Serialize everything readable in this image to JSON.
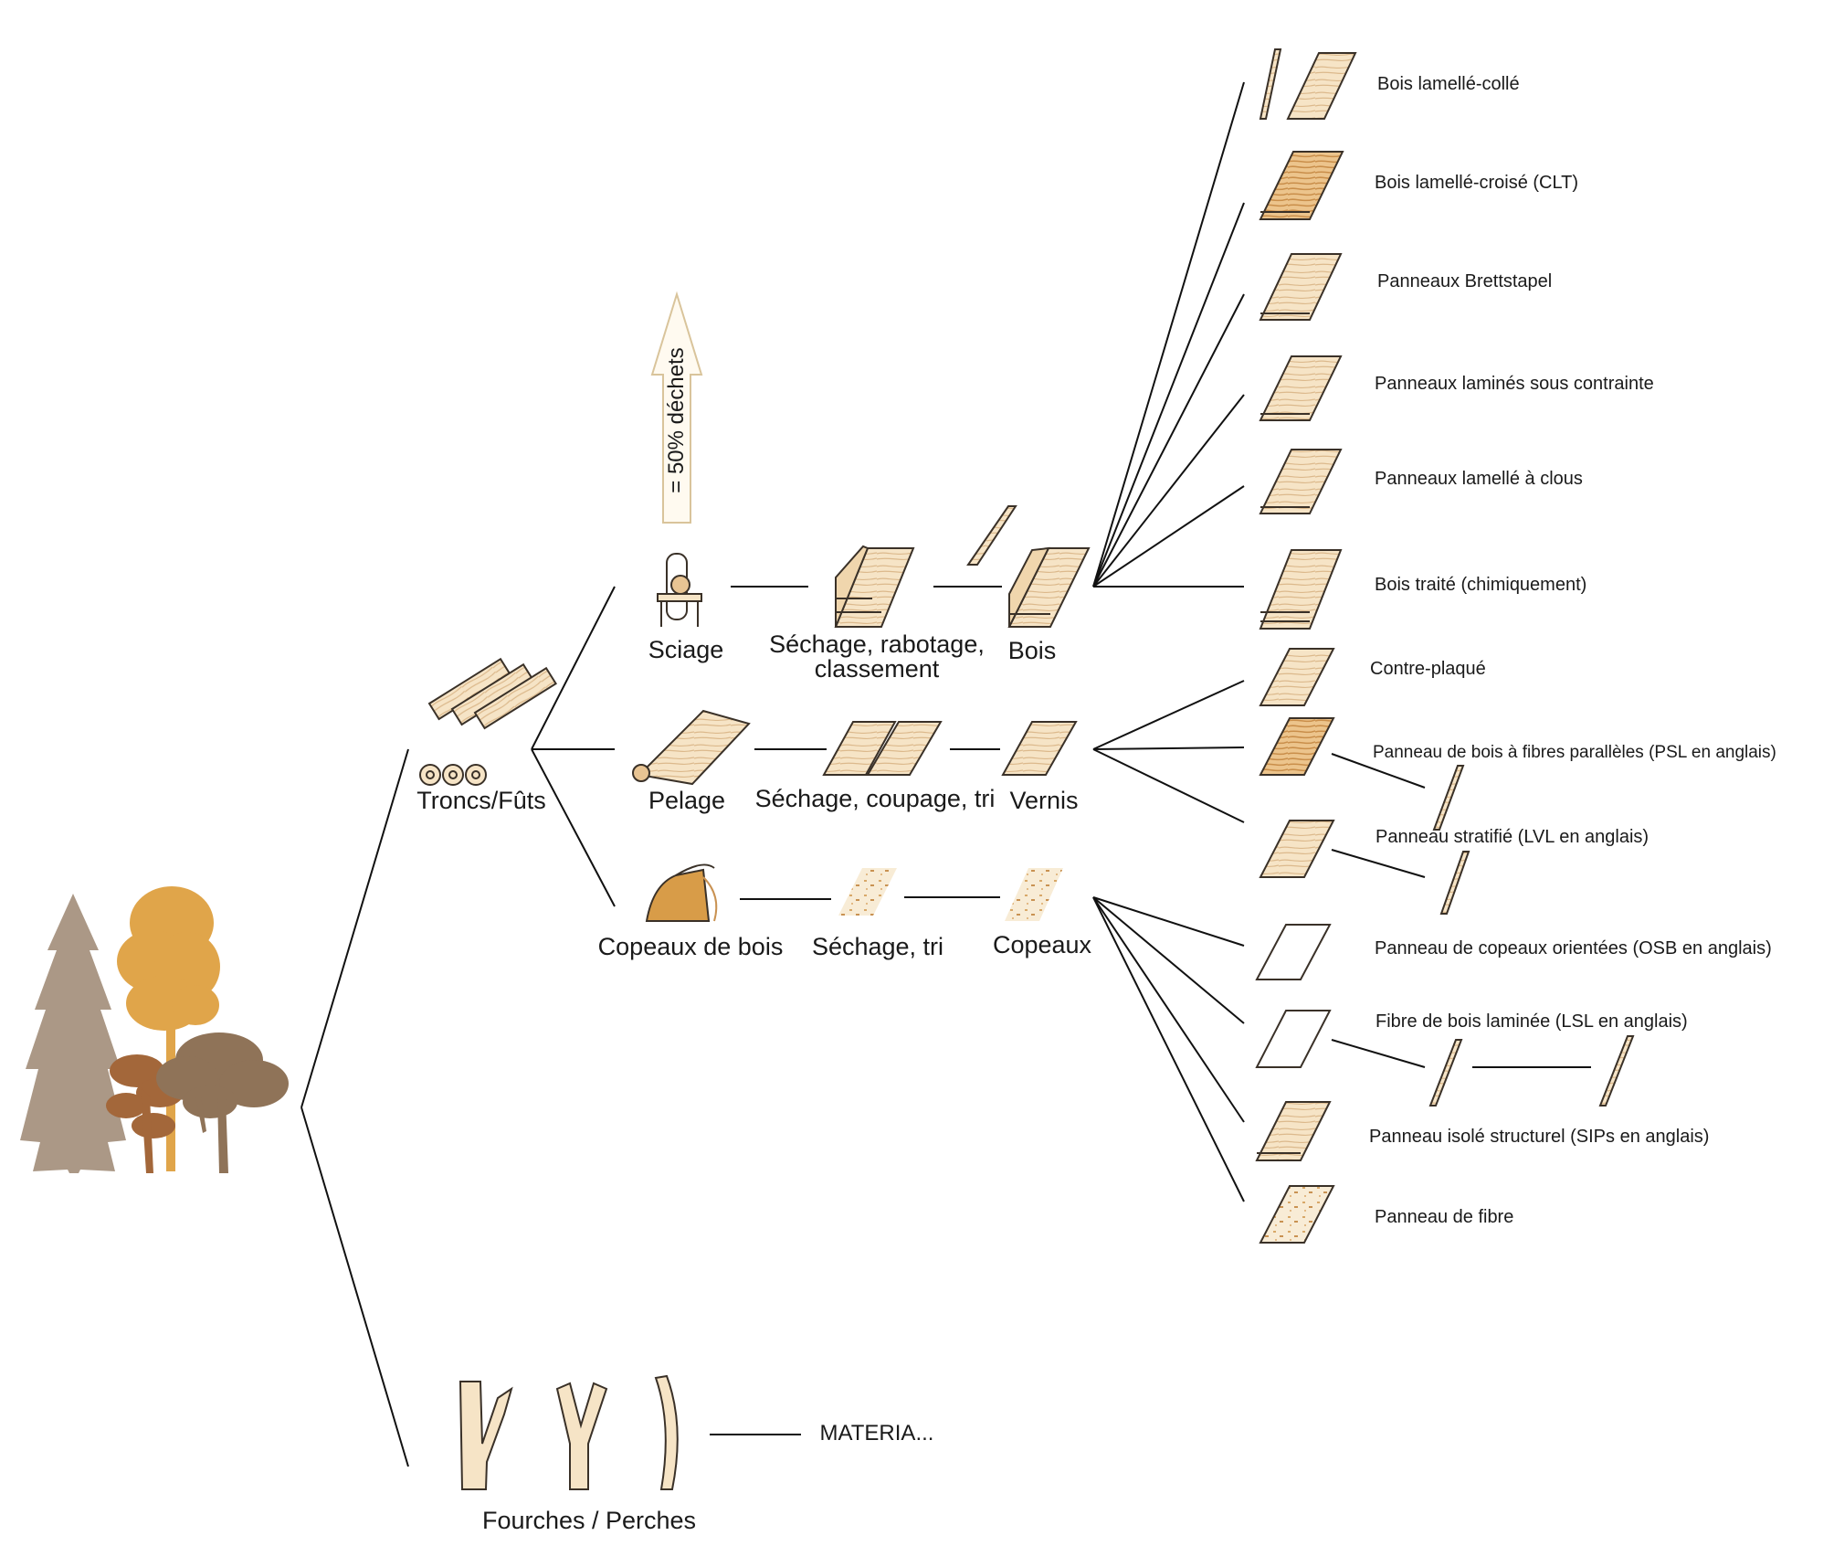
{
  "stages": {
    "troncs": "Troncs/Fûts",
    "fourches": "Fourches / Perches",
    "sciage": "Sciage",
    "sechage_rabotage": "Séchage, rabotage,\nclassement",
    "bois": "Bois",
    "pelage": "Pelage",
    "sechage_coupage": "Séchage, coupage, tri",
    "vernis": "Vernis",
    "copeaux_de_bois": "Copeaux de bois",
    "sechage_tri": "Séchage, tri",
    "copeaux": "Copeaux",
    "materia": "MATERIA..."
  },
  "waste_note": "= 50% déchets",
  "products": [
    "Bois lamellé-collé",
    "Bois lamellé-croisé (CLT)",
    "Panneaux Brettstapel",
    "Panneaux laminés sous contrainte",
    "Panneaux lamellé à clous",
    "Bois traité (chimiquement)",
    "Contre-plaqué",
    "Panneau de bois à fibres parallèles (PSL en anglais)",
    "Panneau stratifié (LVL en anglais)",
    "Panneau de copeaux orientées (OSB en anglais)",
    "Fibre de bois laminée (LSL en anglais)",
    "Panneau isolé structurel (SIPs en anglais)",
    "Panneau de fibre"
  ],
  "colors": {
    "line": "#111111",
    "wood_light": "#f6e4c6",
    "wood_grain": "#d9b488",
    "wood_outline": "#3a3128",
    "tree_gray": "#ab9886",
    "tree_gold": "#e0a54a",
    "tree_brown": "#a3673a",
    "tree_taupe": "#8f7358",
    "arrow": "#d9c49b"
  },
  "icons": [
    "tree-cluster-icon",
    "log-stack-icon",
    "fork-branch-icon",
    "band-saw-icon",
    "timber-stack-icon",
    "beam-icon",
    "veneer-roll-icon",
    "veneer-sheet-icon",
    "wood-chip-icon",
    "wood-panel-icon",
    "up-arrow-icon"
  ]
}
